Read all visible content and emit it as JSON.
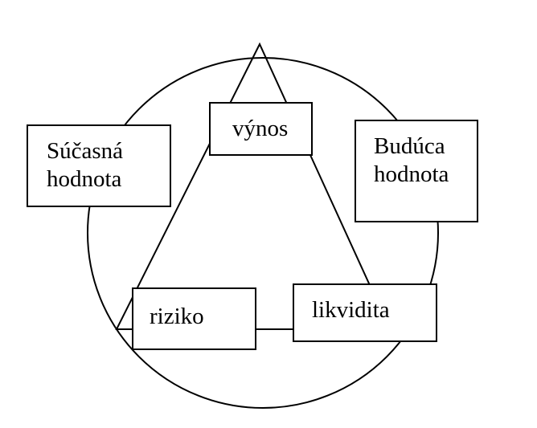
{
  "diagram": {
    "nodes": {
      "vynos": "výnos",
      "sucasna_line1": "Súčasná",
      "sucasna_line2": "hodnota",
      "buduca_line1": "Budúca",
      "buduca_line2": "hodnota",
      "riziko": "riziko",
      "likvidita": "likvidita"
    },
    "colors": {
      "stroke": "#000000",
      "background": "#ffffff"
    }
  }
}
